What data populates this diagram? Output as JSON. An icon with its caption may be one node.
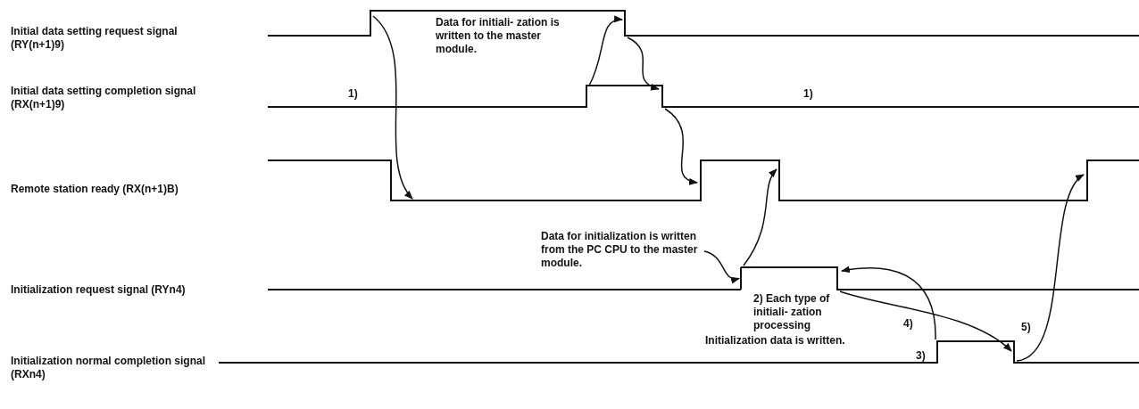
{
  "diagram": {
    "nodes": [
      {
        "text": [
          "Data for initialization is written from the PC CPU to the master module."
        ]
      },
      {
        "text": [],
        "shape": "line"
      }
    ],
    "edges": [
      {
        "from": 0,
        "to": 1,
        "arrow": "to"
      }
    ],
    "labels": [
      "Initial data setting request signal (RY(n+1)9)",
      "Data for initiali- zation is written to the master module.",
      "1)",
      "Initial data setting completion signal (RX(n+1)9)",
      "Remote station ready (RX(n+1)B)",
      "1)",
      "Initialization request signal (RYn4)",
      "2) Each type of initiali- zation processing",
      "4)",
      "5)",
      "Initialization data is written.",
      "3)",
      "Initialization normal completion signal (RXn4)"
    ]
  }
}
